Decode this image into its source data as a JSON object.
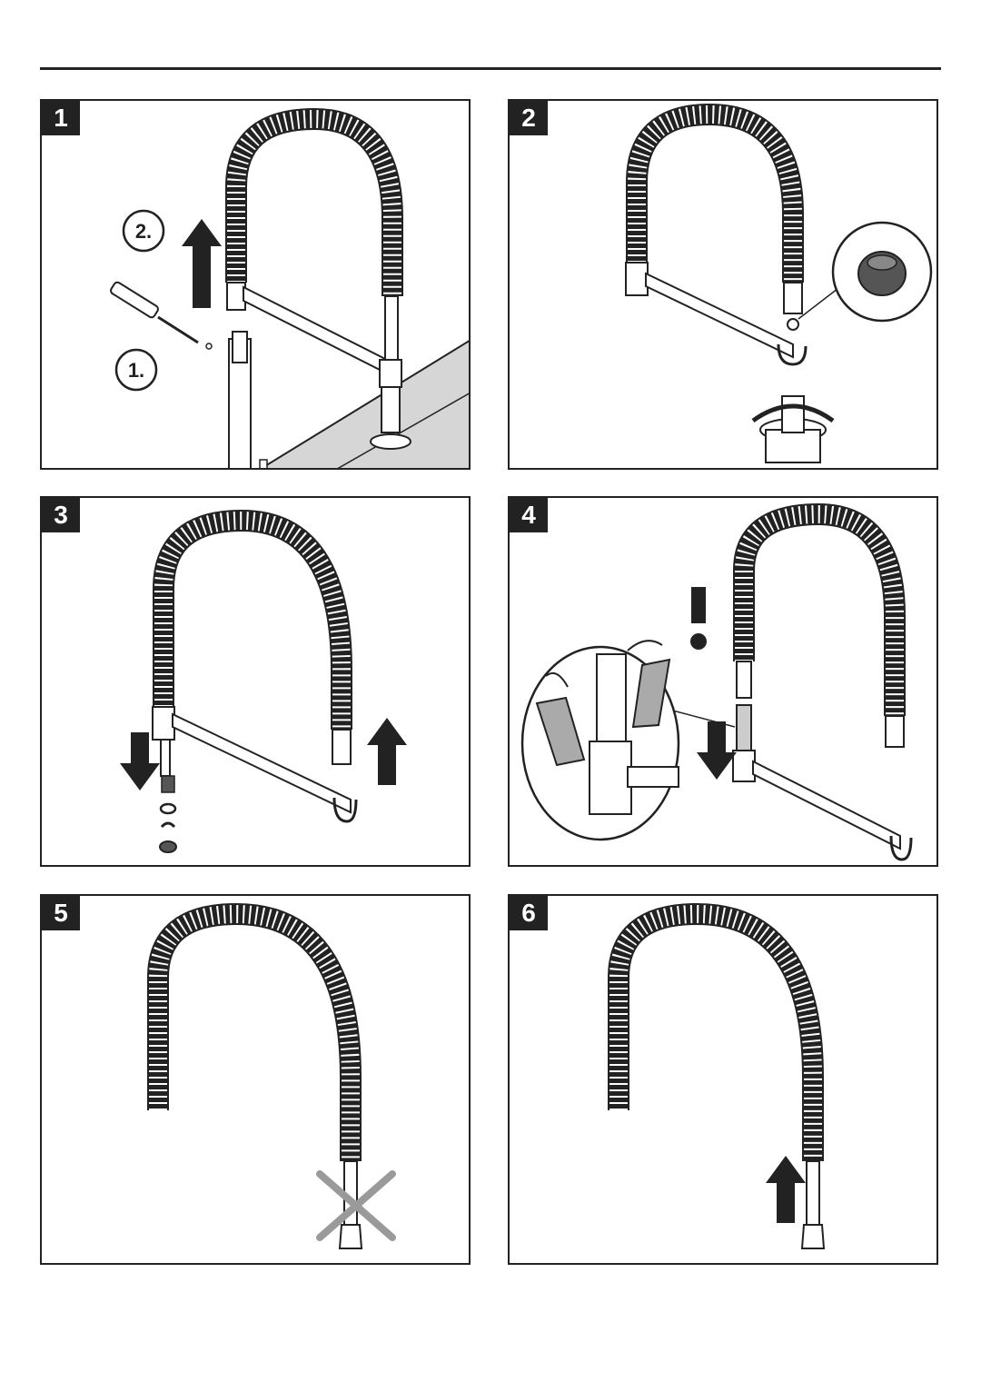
{
  "steps": [
    {
      "number": "1",
      "callouts": [
        "2.",
        "1."
      ]
    },
    {
      "number": "2"
    },
    {
      "number": "3"
    },
    {
      "number": "4"
    },
    {
      "number": "5"
    },
    {
      "number": "6"
    }
  ],
  "colors": {
    "ink": "#222222",
    "countertop": "#d6d6d6",
    "cross": "#9a9a9a"
  }
}
